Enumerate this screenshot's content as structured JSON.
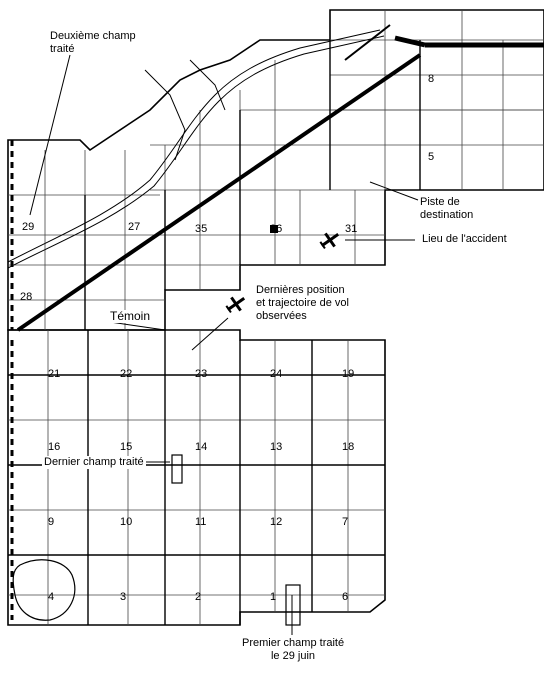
{
  "annotations": {
    "second_field_line1": "Deuxième champ",
    "second_field_line2": "traité",
    "runway_line1": "Piste de",
    "runway_line2": "destination",
    "accident_site": "Lieu de l'accident",
    "last_position_line1": "Dernières position",
    "last_position_line2": "et trajectoire de vol",
    "last_position_line3": "observées",
    "witness": "Témoin",
    "last_field": "Dernier champ traité",
    "first_field_line1": "Premier champ traité",
    "first_field_line2": "le 29 juin"
  },
  "section_numbers": [
    "35",
    "36",
    "31",
    "29",
    "28",
    "27",
    "21",
    "22",
    "23",
    "24",
    "19",
    "16",
    "15",
    "14",
    "13",
    "18",
    "9",
    "10",
    "11",
    "12",
    "7",
    "4",
    "3",
    "2",
    "1",
    "6",
    "5",
    "8"
  ],
  "icons": {
    "accident_site": "airplane-icon",
    "last_position": "airplane-icon"
  },
  "colors": {
    "ink": "#000000",
    "paper": "#ffffff",
    "grid": "#555555"
  }
}
